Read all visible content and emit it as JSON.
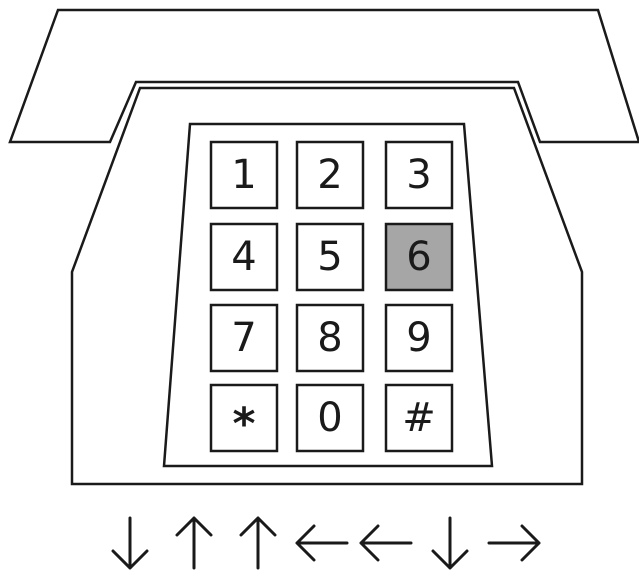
{
  "keypad": {
    "keys": [
      {
        "label": "1",
        "highlighted": false
      },
      {
        "label": "2",
        "highlighted": false
      },
      {
        "label": "3",
        "highlighted": false
      },
      {
        "label": "4",
        "highlighted": false
      },
      {
        "label": "5",
        "highlighted": false
      },
      {
        "label": "6",
        "highlighted": true
      },
      {
        "label": "7",
        "highlighted": false
      },
      {
        "label": "8",
        "highlighted": false
      },
      {
        "label": "9",
        "highlighted": false
      },
      {
        "label": "*",
        "highlighted": false
      },
      {
        "label": "0",
        "highlighted": false
      },
      {
        "label": "#",
        "highlighted": false
      }
    ],
    "columns": 3,
    "highlight_color": "#a6a6a6"
  },
  "arrow_sequence": [
    "down",
    "up",
    "up",
    "left",
    "left",
    "down",
    "right"
  ]
}
